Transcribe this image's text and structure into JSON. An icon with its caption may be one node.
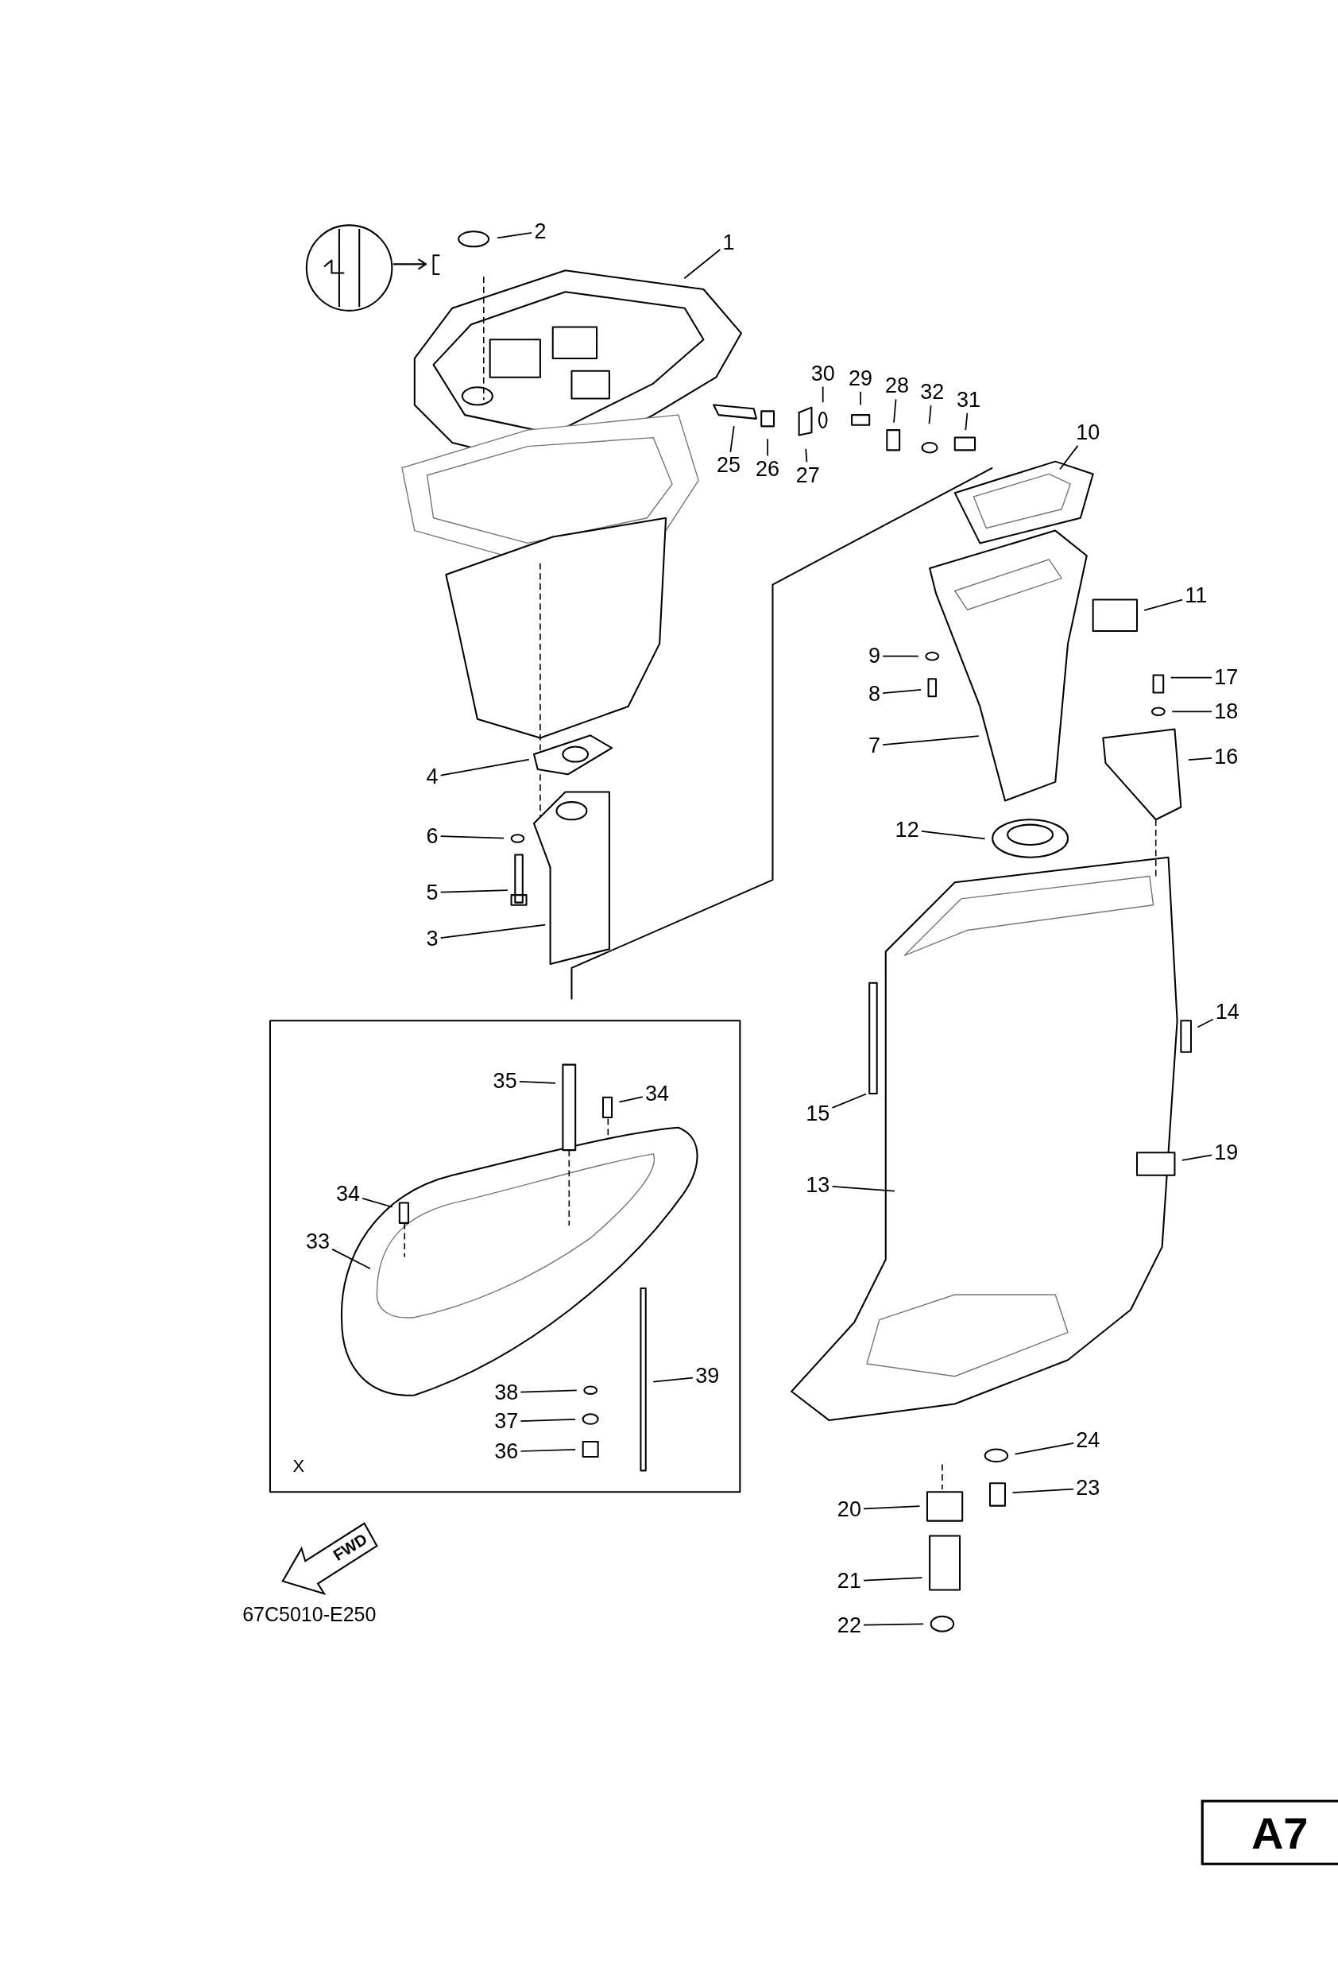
{
  "diagram": {
    "nodes": [
      {
        "text": [
          "2"
        ]
      },
      {
        "text": [
          "1"
        ]
      },
      {
        "text": [
          "30"
        ]
      },
      {
        "text": [
          "29"
        ]
      },
      {
        "text": [
          "28"
        ]
      },
      {
        "text": [
          "32"
        ]
      },
      {
        "text": [
          "31"
        ]
      },
      {
        "text": [
          "25"
        ]
      },
      {
        "text": [
          "26"
        ]
      },
      {
        "text": [
          "27"
        ]
      },
      {
        "text": [
          "10"
        ]
      },
      {
        "text": [
          "11"
        ]
      },
      {
        "text": [
          "9"
        ]
      },
      {
        "text": [
          "8"
        ]
      },
      {
        "text": [
          "17"
        ]
      },
      {
        "text": [
          "18"
        ]
      },
      {
        "text": [
          "7"
        ]
      },
      {
        "text": [
          "16"
        ]
      },
      {
        "text": [
          "4"
        ]
      },
      {
        "text": [
          "12"
        ]
      },
      {
        "text": [
          "6"
        ]
      },
      {
        "text": [
          "5"
        ]
      },
      {
        "text": [
          "3"
        ]
      },
      {
        "text": [
          "14"
        ]
      },
      {
        "text": [
          "35"
        ]
      },
      {
        "text": [
          "34"
        ]
      },
      {
        "text": [
          "15"
        ]
      },
      {
        "text": [
          "19"
        ]
      },
      {
        "text": [
          "13"
        ]
      },
      {
        "text": [
          "34"
        ]
      },
      {
        "text": [
          "33"
        ]
      },
      {
        "text": [
          "39"
        ]
      },
      {
        "text": [
          "38"
        ]
      },
      {
        "text": [
          "37"
        ]
      },
      {
        "text": [
          "36"
        ]
      },
      {
        "text": [
          "24"
        ]
      },
      {
        "text": [
          "23"
        ]
      },
      {
        "text": [
          "20"
        ]
      },
      {
        "text": [
          "21"
        ]
      },
      {
        "text": [
          "22"
        ]
      }
    ],
    "edges": [
      {
        "from": 0,
        "to": null,
        "arrow": "none"
      },
      {
        "from": 1,
        "to": null,
        "arrow": "none"
      },
      {
        "from": 2,
        "to": null,
        "arrow": "none"
      },
      {
        "from": 3,
        "to": null,
        "arrow": "none"
      },
      {
        "from": 4,
        "to": null,
        "arrow": "none"
      },
      {
        "from": 5,
        "to": null,
        "arrow": "none"
      },
      {
        "from": 6,
        "to": null,
        "arrow": "none"
      },
      {
        "from": 7,
        "to": null,
        "arrow": "none"
      },
      {
        "from": 8,
        "to": null,
        "arrow": "none"
      },
      {
        "from": 9,
        "to": null,
        "arrow": "none"
      },
      {
        "from": 10,
        "to": null,
        "arrow": "none"
      },
      {
        "from": 11,
        "to": null,
        "arrow": "none"
      },
      {
        "from": 12,
        "to": null,
        "arrow": "none"
      },
      {
        "from": 13,
        "to": null,
        "arrow": "none"
      },
      {
        "from": 14,
        "to": null,
        "arrow": "none"
      },
      {
        "from": 15,
        "to": null,
        "arrow": "none"
      },
      {
        "from": 16,
        "to": null,
        "arrow": "none"
      },
      {
        "from": 17,
        "to": null,
        "arrow": "none"
      },
      {
        "from": 18,
        "to": null,
        "arrow": "none"
      },
      {
        "from": 19,
        "to": null,
        "arrow": "none"
      },
      {
        "from": 20,
        "to": null,
        "arrow": "none"
      },
      {
        "from": 21,
        "to": null,
        "arrow": "none"
      },
      {
        "from": 22,
        "to": null,
        "arrow": "none"
      },
      {
        "from": 23,
        "to": null,
        "arrow": "none"
      },
      {
        "from": 24,
        "to": null,
        "arrow": "none"
      },
      {
        "from": 25,
        "to": null,
        "arrow": "none"
      },
      {
        "from": 26,
        "to": null,
        "arrow": "none"
      },
      {
        "from": 27,
        "to": null,
        "arrow": "none"
      },
      {
        "from": 28,
        "to": null,
        "arrow": "none"
      },
      {
        "from": 29,
        "to": null,
        "arrow": "none"
      },
      {
        "from": 30,
        "to": null,
        "arrow": "none"
      },
      {
        "from": 31,
        "to": null,
        "arrow": "none"
      },
      {
        "from": 32,
        "to": null,
        "arrow": "none"
      },
      {
        "from": 33,
        "to": null,
        "arrow": "none"
      },
      {
        "from": 34,
        "to": null,
        "arrow": "none"
      },
      {
        "from": 35,
        "to": null,
        "arrow": "none"
      },
      {
        "from": 36,
        "to": null,
        "arrow": "none"
      },
      {
        "from": 37,
        "to": null,
        "arrow": "none"
      },
      {
        "from": 38,
        "to": null,
        "arrow": "none"
      },
      {
        "from": 39,
        "to": null,
        "arrow": "none"
      }
    ],
    "labels": [
      "X",
      "FWD",
      "67C5010-E250",
      "A7"
    ]
  }
}
